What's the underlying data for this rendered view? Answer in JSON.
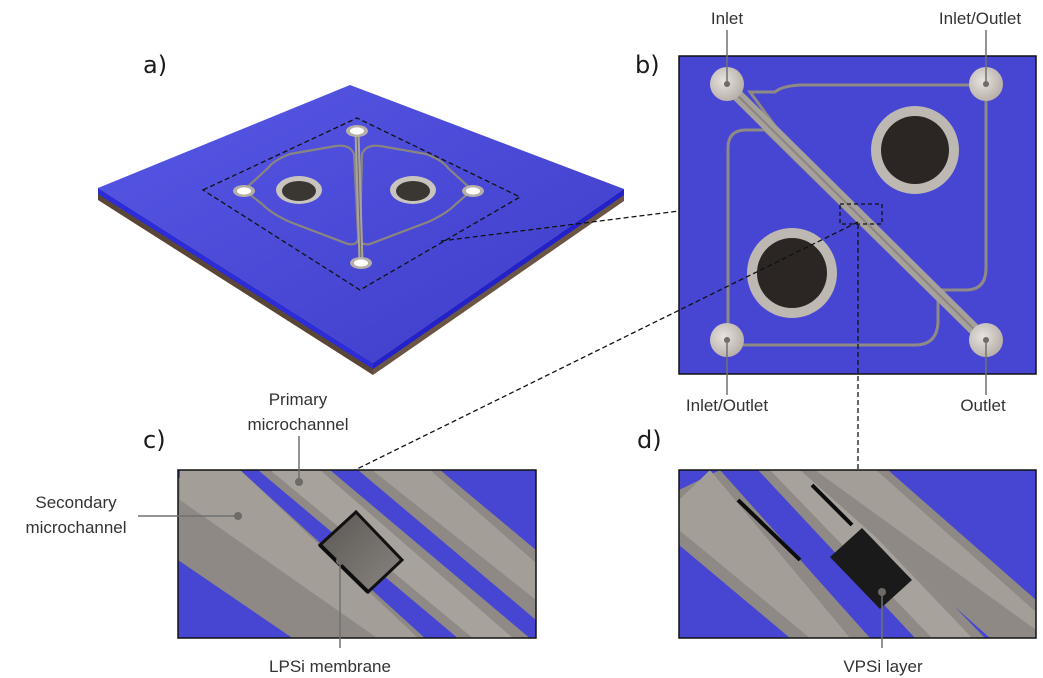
{
  "panels": {
    "a": "a)",
    "b": "b)",
    "c": "c)",
    "d": "d)"
  },
  "labels": {
    "inlet": "Inlet",
    "inlet_outlet_top": "Inlet/Outlet",
    "inlet_outlet_bottom": "Inlet/Outlet",
    "outlet": "Outlet",
    "primary_line1": "Primary",
    "primary_line2": "microchannel",
    "secondary_line1": "Secondary",
    "secondary_line2": "microchannel",
    "lpsi": "LPSi membrane",
    "vpsi": "VPSi layer"
  },
  "colors": {
    "substrate_blue": "#4f4fe0",
    "chip_blue": "#4646d2",
    "channel_gray": "#9a958f",
    "well_dark": "#2b2623",
    "leader": "#707070"
  }
}
